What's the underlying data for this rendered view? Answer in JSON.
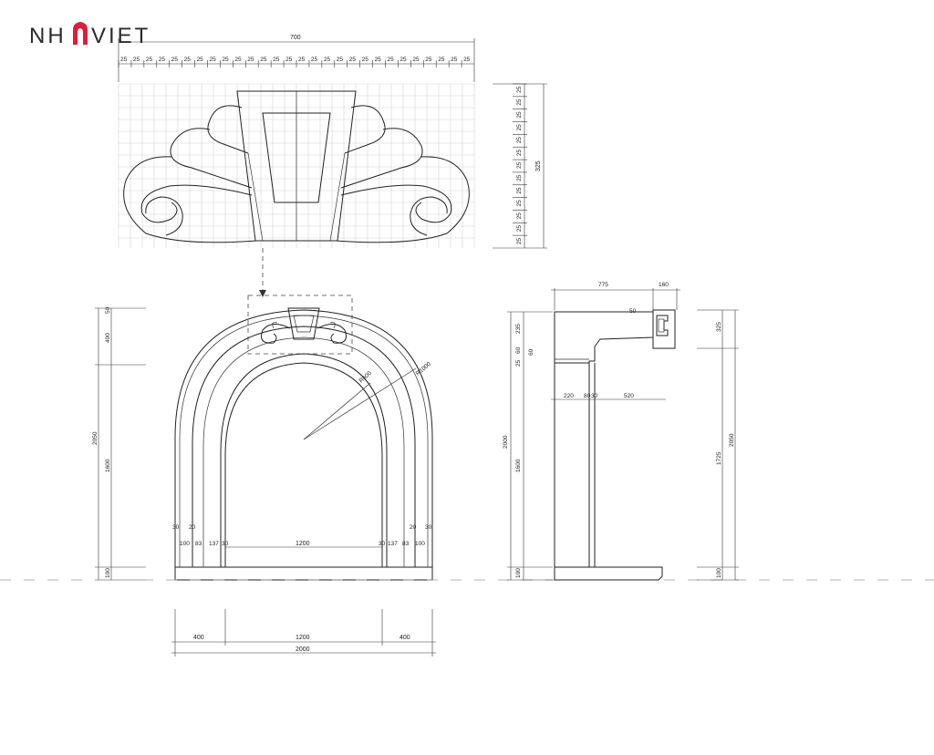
{
  "logo": {
    "prefix": "NH",
    "suffix": "VIET",
    "mark_color": "#d91f3a",
    "text_color": "#2a2a2a"
  },
  "ornament_detail": {
    "width_dim": "700",
    "height_dim": "325",
    "module_dim": "25"
  },
  "front_elevation": {
    "left_dims": [
      "50",
      "400",
      "2050",
      "1600",
      "100"
    ],
    "radius_outer": "R1000",
    "radius_inner": "R600",
    "jamb_top_dims": [
      "30",
      "20",
      "20",
      "30"
    ],
    "jamb_bottom_dims_left": [
      "100",
      "83",
      "137",
      "30"
    ],
    "jamb_bottom_dims_right": [
      "30",
      "137",
      "83",
      "100"
    ],
    "opening_width": "1200",
    "base_dims": [
      "400",
      "1200",
      "400"
    ],
    "total_width": "2000"
  },
  "side_section": {
    "top_dims": [
      "775",
      "160"
    ],
    "small_dim": "50",
    "left_dims": [
      "235",
      "60",
      "60",
      "25",
      "2000",
      "1600",
      "100"
    ],
    "mid_dims": [
      "220",
      "80",
      "30",
      "520"
    ],
    "right_dims": [
      "325",
      "1725",
      "2050",
      "100"
    ]
  }
}
